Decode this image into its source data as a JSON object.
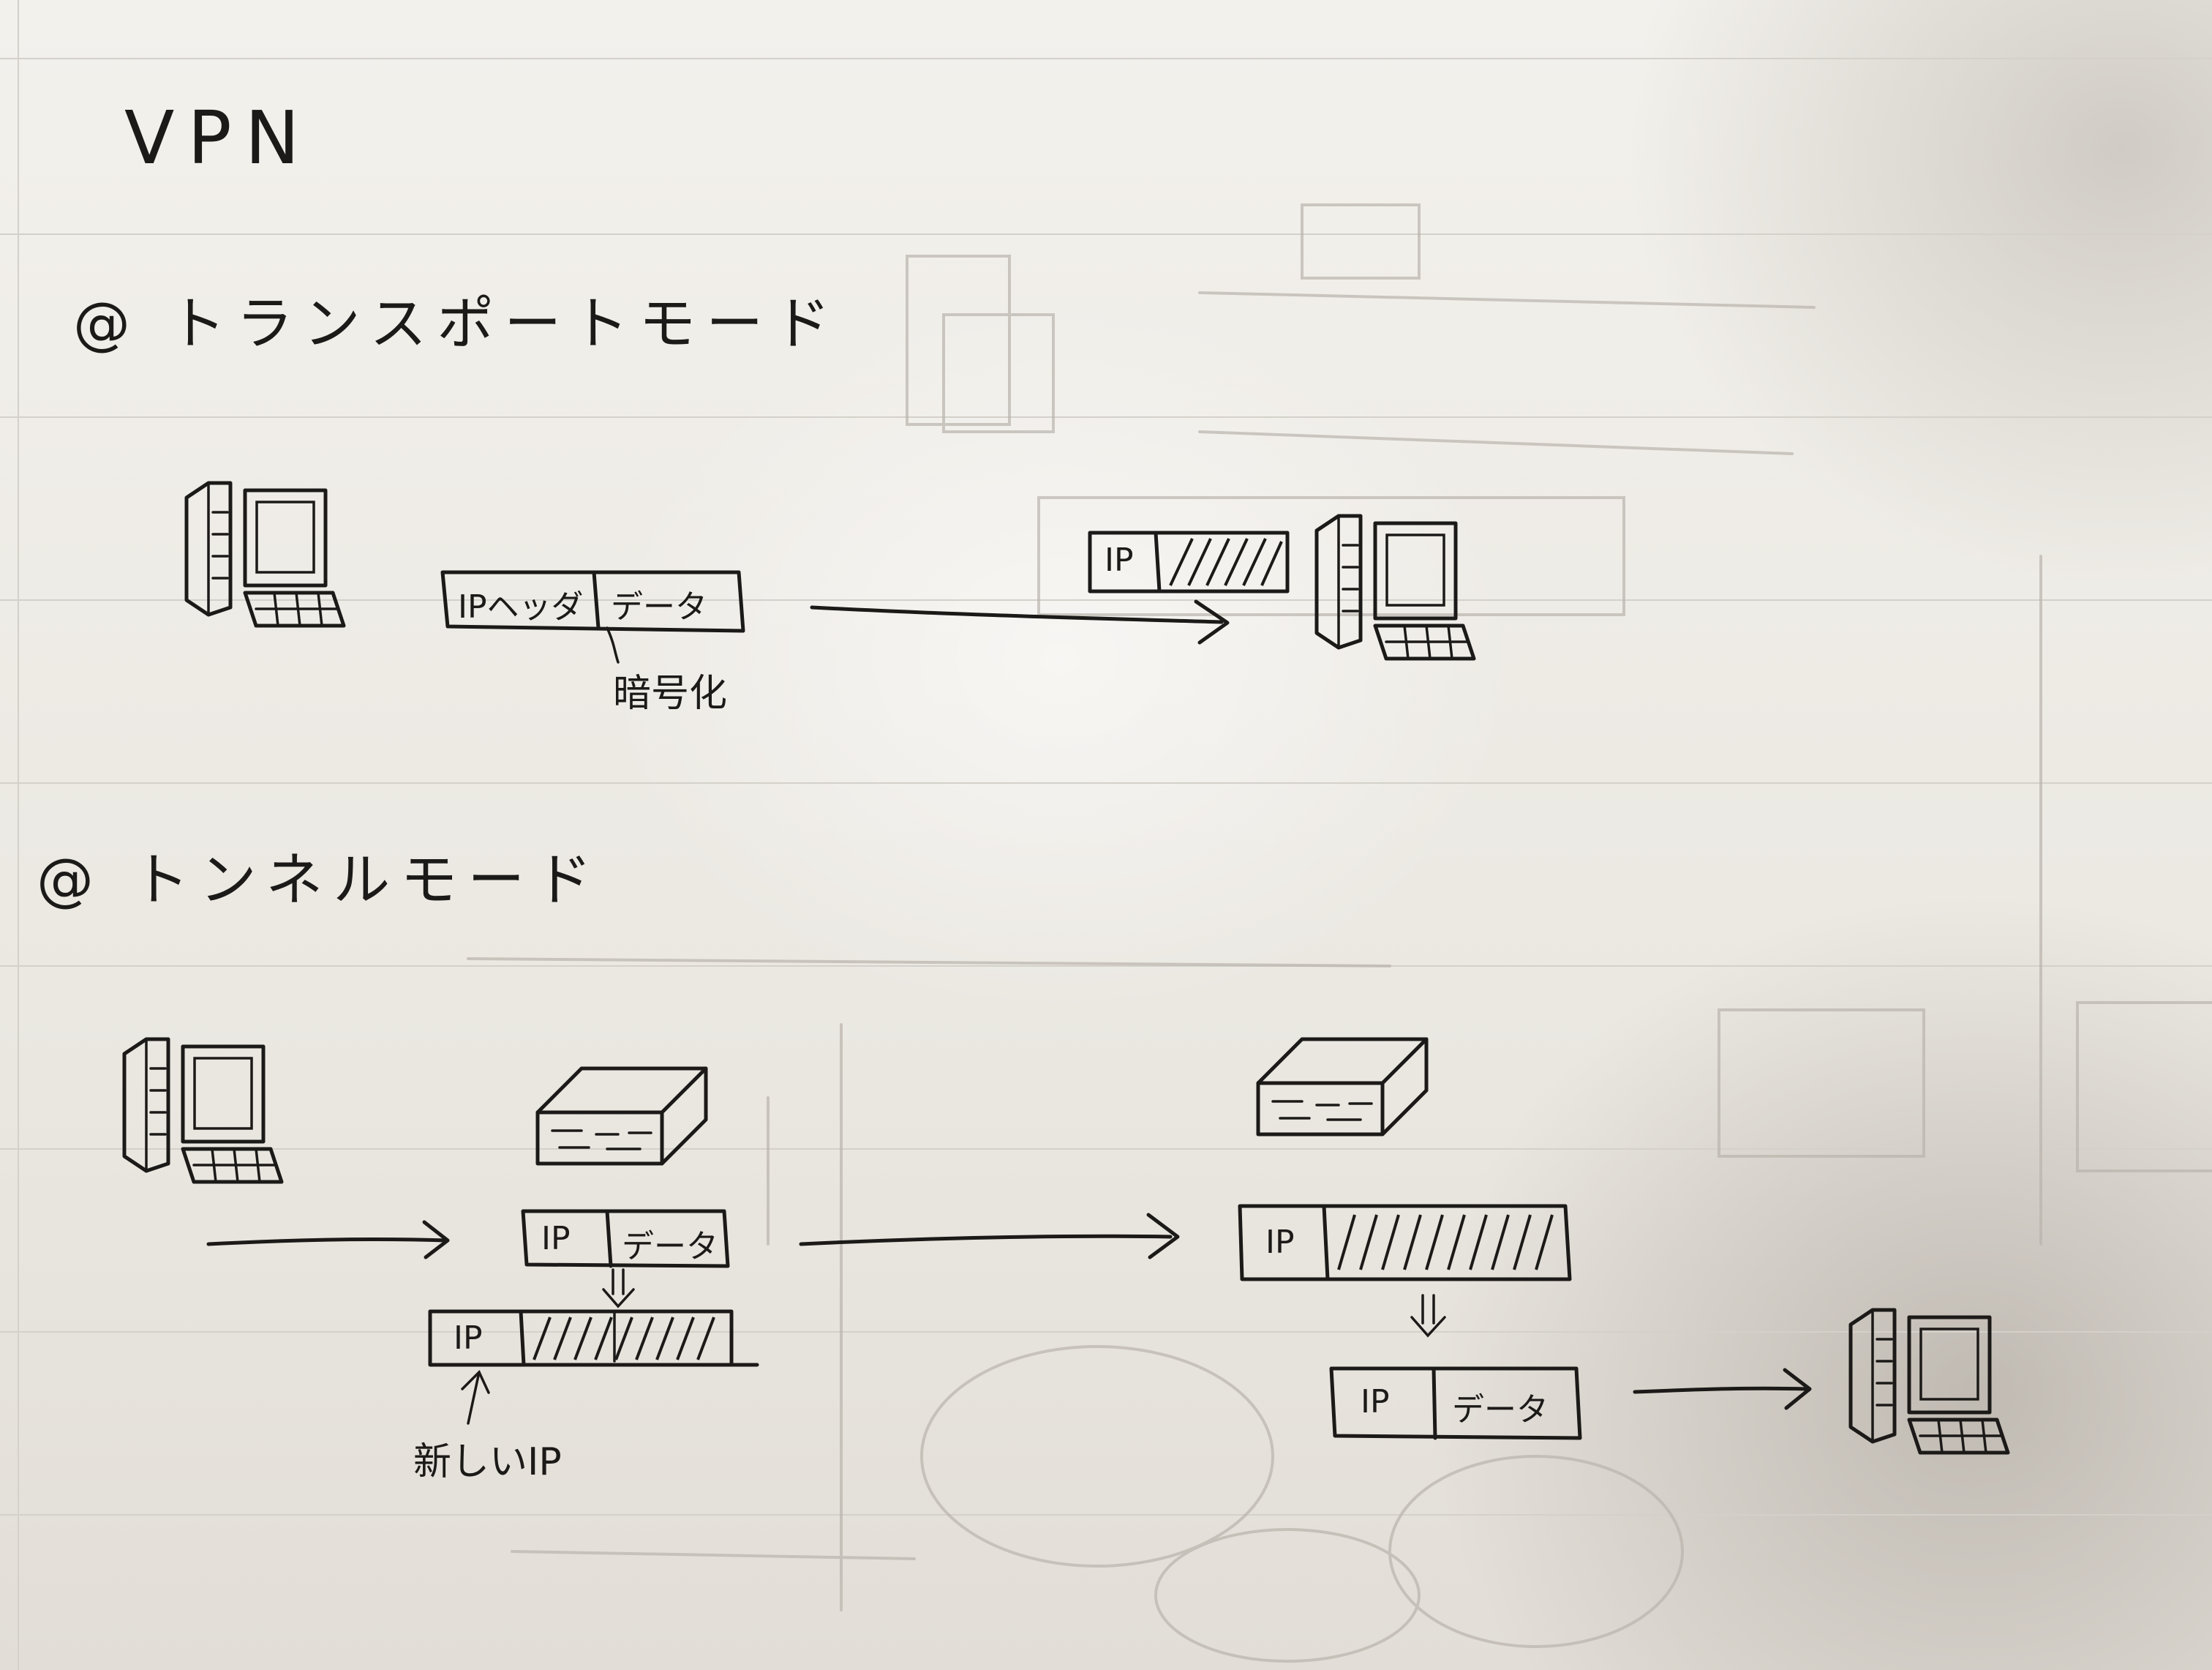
{
  "title": "VPN",
  "transport_mode": {
    "heading": "@ トランスポートモード",
    "packet_header": "IPヘッダ",
    "packet_data": "データ",
    "encrypt_note": "暗号化",
    "arriving_header": "IP"
  },
  "tunnel_mode": {
    "heading": "@ トンネルモード",
    "packet1_header": "IP",
    "packet1_data": "データ",
    "new_packet_header": "IP",
    "new_ip_note": "新しいIP",
    "transit_header": "IP",
    "out_packet_header": "IP",
    "out_packet_data": "データ"
  },
  "icons": [
    "computer-icon",
    "router-icon",
    "arrow-icon"
  ],
  "colors": {
    "paper": "#efece6",
    "ink": "#1c1a18",
    "ghost": "#b9b4ac"
  }
}
